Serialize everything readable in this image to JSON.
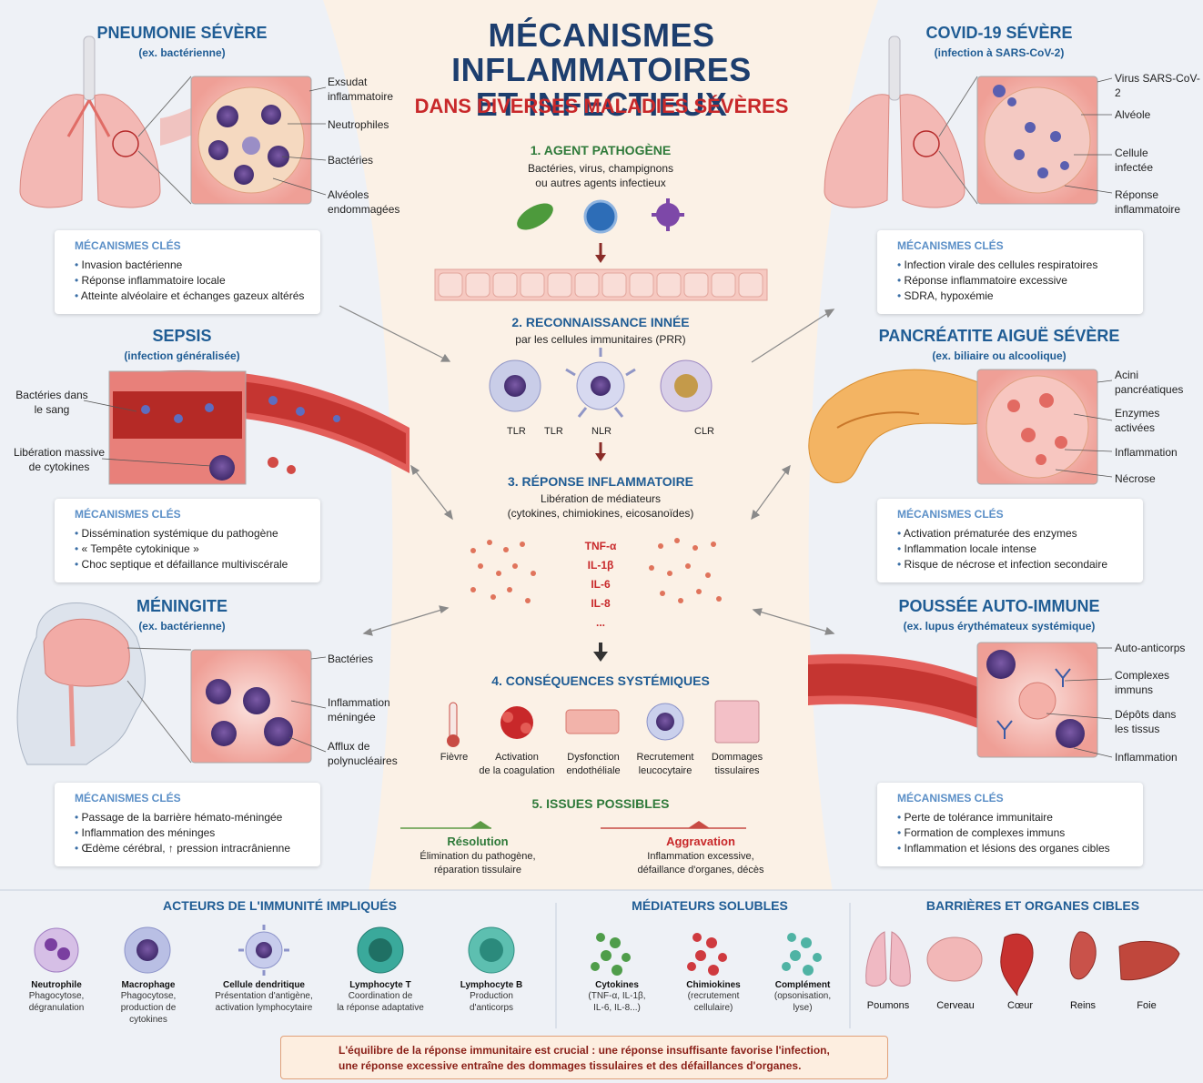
{
  "header": {
    "title_line1": "MÉCANISMES INFLAMMATOIRES",
    "title_line2": "ET INFECTIEUX",
    "subtitle": "DANS DIVERSES MALADIES SÉVÈRES"
  },
  "key_title": "MÉCANISMES CLÉS",
  "diseases": {
    "pneumonia": {
      "title": "PNEUMONIE SÉVÈRE",
      "subtitle": "(ex. bactérienne)",
      "labels": [
        "Exsudat inflammatoire",
        "Neutrophiles",
        "Bactéries",
        "Alvéoles endommagées"
      ],
      "mechanisms": [
        "Invasion bactérienne",
        "Réponse inflammatoire locale",
        "Atteinte alvéolaire et échanges gazeux altérés"
      ]
    },
    "covid": {
      "title": "COVID-19 SÉVÈRE",
      "subtitle": "(infection à SARS-CoV-2)",
      "labels": [
        "Virus SARS-CoV-2",
        "Alvéole",
        "Cellule infectée",
        "Réponse inflammatoire"
      ],
      "mechanisms": [
        "Infection virale des cellules respiratoires",
        "Réponse inflammatoire excessive",
        "SDRA, hypoxémie"
      ]
    },
    "sepsis": {
      "title": "SEPSIS",
      "subtitle": "(infection généralisée)",
      "labels": [
        "Bactéries dans le sang",
        "Libération massive de cytokines"
      ],
      "mechanisms": [
        "Dissémination systémique du pathogène",
        "« Tempête cytokinique »",
        "Choc septique et défaillance multiviscérale"
      ]
    },
    "pancreatitis": {
      "title": "PANCRÉATITE AIGUË SÉVÈRE",
      "subtitle": "(ex. biliaire ou alcoolique)",
      "labels": [
        "Acini pancréatiques",
        "Enzymes activées",
        "Inflammation",
        "Nécrose"
      ],
      "mechanisms": [
        "Activation prématurée des enzymes",
        "Inflammation locale intense",
        "Risque de nécrose et infection secondaire"
      ]
    },
    "meningitis": {
      "title": "MÉNINGITE",
      "subtitle": "(ex. bactérienne)",
      "labels": [
        "Bactéries",
        "Inflammation méningée",
        "Afflux de polynucléaires"
      ],
      "mechanisms": [
        "Passage de la barrière hémato-méningée",
        "Inflammation des méninges",
        "Œdème cérébral, ↑ pression intracrânienne"
      ]
    },
    "autoimmune": {
      "title": "POUSSÉE AUTO-IMMUNE",
      "subtitle": "(ex. lupus érythémateux systémique)",
      "labels": [
        "Auto-anticorps",
        "Complexes immuns",
        "Dépôts dans les tissus",
        "Inflammation"
      ],
      "mechanisms": [
        "Perte de tolérance immunitaire",
        "Formation de complexes immuns",
        "Inflammation et lésions des organes cibles"
      ]
    }
  },
  "steps": {
    "s1": {
      "title": "1. AGENT PATHOGÈNE",
      "desc1": "Bactéries, virus, champignons",
      "desc2": "ou autres agents infectieux"
    },
    "s2": {
      "title": "2. RECONNAISSANCE INNÉE",
      "desc": "par les cellules immunitaires (PRR)",
      "receptors": [
        "TLR",
        "TLR",
        "NLR",
        "CLR"
      ]
    },
    "s3": {
      "title": "3. RÉPONSE INFLAMMATOIRE",
      "desc1": "Libération de médiateurs",
      "desc2": "(cytokines, chimiokines, eicosanoïdes)",
      "cytokines": [
        "TNF-α",
        "IL-1β",
        "IL-6",
        "IL-8",
        "..."
      ]
    },
    "s4": {
      "title": "4. CONSÉQUENCES SYSTÉMIQUES",
      "items": [
        {
          "l1": "Fièvre",
          "l2": ""
        },
        {
          "l1": "Activation",
          "l2": "de la coagulation"
        },
        {
          "l1": "Dysfonction",
          "l2": "endothéliale"
        },
        {
          "l1": "Recrutement",
          "l2": "leucocytaire"
        },
        {
          "l1": "Dommages",
          "l2": "tissulaires"
        }
      ]
    },
    "s5": {
      "title": "5. ISSUES POSSIBLES",
      "good": {
        "title": "Résolution",
        "l1": "Élimination du pathogène,",
        "l2": "réparation tissulaire"
      },
      "bad": {
        "title": "Aggravation",
        "l1": "Inflammation excessive,",
        "l2": "défaillance d'organes, décès"
      }
    }
  },
  "bottom": {
    "actors_title": "ACTEURS DE L'IMMUNITÉ IMPLIQUÉS",
    "actors": [
      {
        "name": "Neutrophile",
        "d1": "Phagocytose,",
        "d2": "dégranulation",
        "d3": ""
      },
      {
        "name": "Macrophage",
        "d1": "Phagocytose,",
        "d2": "production de",
        "d3": "cytokines"
      },
      {
        "name": "Cellule dendritique",
        "d1": "Présentation d'antigène,",
        "d2": "activation lymphocytaire",
        "d3": ""
      },
      {
        "name": "Lymphocyte T",
        "d1": "Coordination de",
        "d2": "la réponse adaptative",
        "d3": ""
      },
      {
        "name": "Lymphocyte B",
        "d1": "Production",
        "d2": "d'anticorps",
        "d3": ""
      }
    ],
    "mediators_title": "MÉDIATEURS SOLUBLES",
    "mediators": [
      {
        "name": "Cytokines",
        "d1": "(TNF-α, IL-1β,",
        "d2": "IL-6, IL-8...)"
      },
      {
        "name": "Chimiokines",
        "d1": "(recrutement",
        "d2": "cellulaire)"
      },
      {
        "name": "Complément",
        "d1": "(opsonisation,",
        "d2": "lyse)"
      }
    ],
    "organs_title": "BARRIÈRES ET ORGANES CIBLES",
    "organs": [
      "Poumons",
      "Cerveau",
      "Cœur",
      "Reins",
      "Foie"
    ]
  },
  "warning": {
    "line1": "L'équilibre de la réponse immunitaire est crucial : une réponse insuffisante favorise l'infection,",
    "line2": "une réponse excessive entraîne des dommages tissulaires et des défaillances d'organes."
  },
  "colors": {
    "title": "#1d3e6e",
    "accent_red": "#c8282a",
    "accent_blue": "#1f5c94",
    "green": "#2f7a3a"
  }
}
